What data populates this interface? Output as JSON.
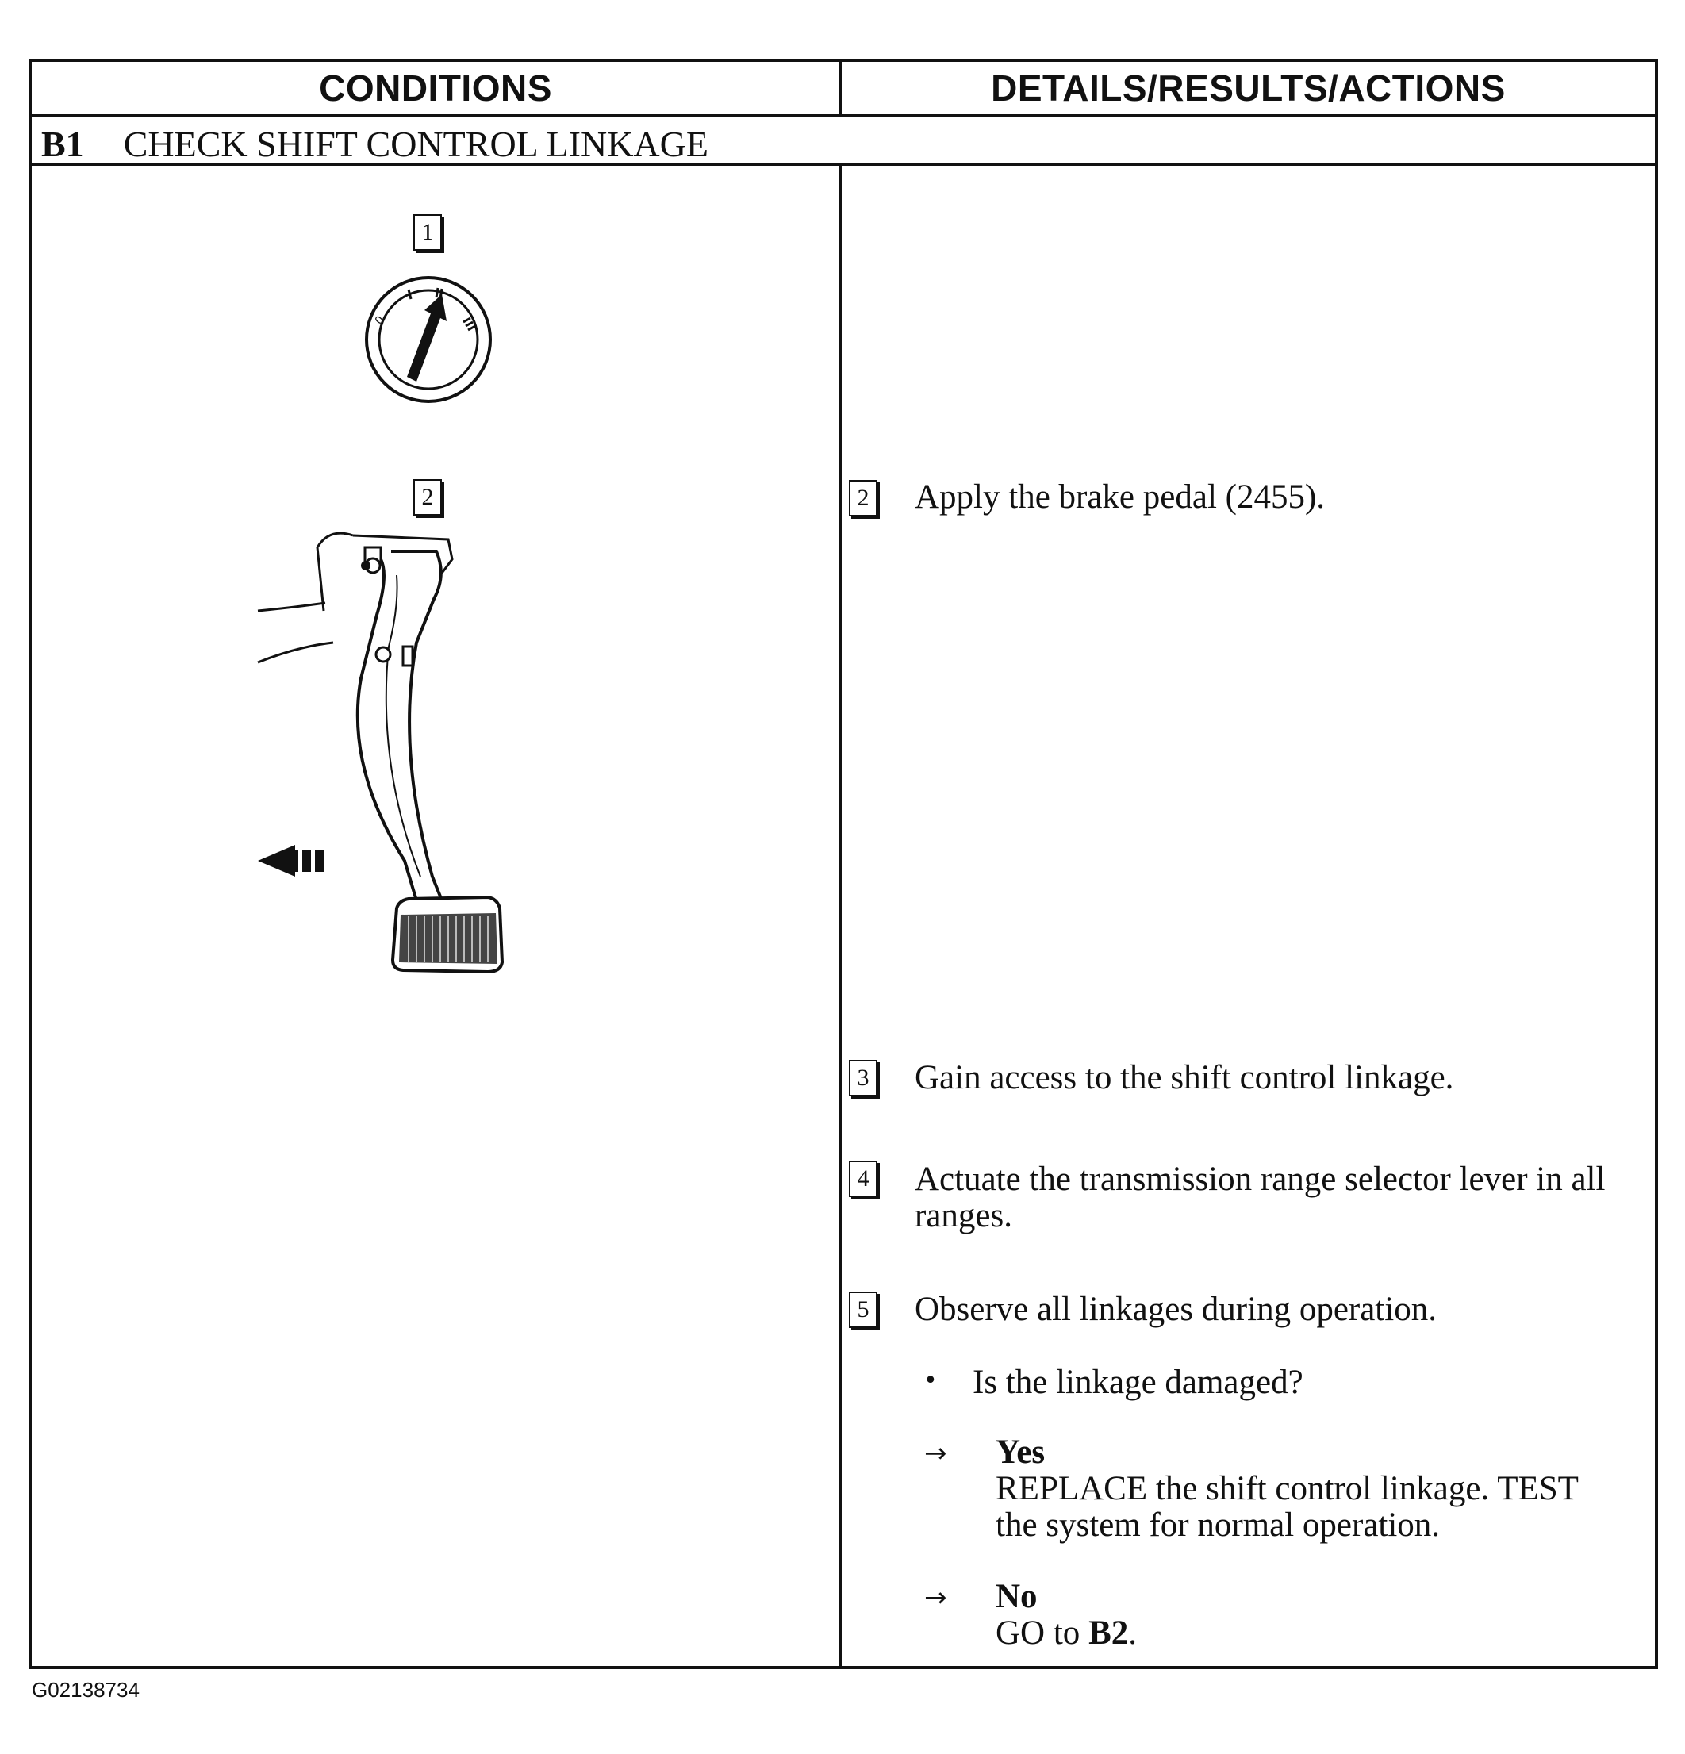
{
  "header": {
    "conditions": "CONDITIONS",
    "details": "DETAILS/RESULTS/ACTIONS"
  },
  "step": {
    "code": "B1",
    "title": "CHECK SHIFT CONTROL LINKAGE"
  },
  "figures": {
    "fig1_number": "1",
    "fig2_number": "2",
    "ignition_marks": [
      "0",
      "I",
      "II",
      "III"
    ]
  },
  "actions": {
    "a2": {
      "number": "2",
      "text": "Apply the brake pedal (2455)."
    },
    "a3": {
      "number": "3",
      "text": "Gain access to the shift control linkage."
    },
    "a4": {
      "number": "4",
      "line1": "Actuate the transmission range selector lever in all",
      "line2": "ranges."
    },
    "a5": {
      "number": "5",
      "text": "Observe all linkages during operation."
    }
  },
  "question": "Is the linkage damaged?",
  "yes": {
    "label": "Yes",
    "line1": "REPLACE the shift control linkage. TEST",
    "line2": "the system for normal operation."
  },
  "no": {
    "label": "No",
    "prefix": "GO to ",
    "target": "B2",
    "suffix": "."
  },
  "figure_id": "G02138734"
}
